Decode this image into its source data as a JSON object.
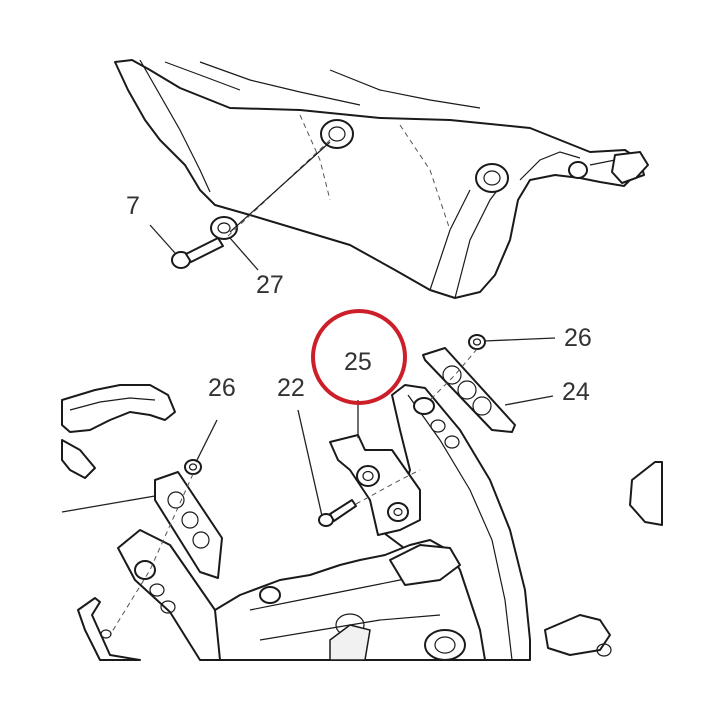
{
  "callouts": {
    "c7": "7",
    "c27": "27",
    "c26_right": "26",
    "c24": "24",
    "c26_left": "26",
    "c22": "22",
    "c25": "25"
  },
  "highlight": {
    "color": "#cc1f2a",
    "target": "25"
  },
  "line_color": "#1a1a1a",
  "callout_color": "#333333"
}
